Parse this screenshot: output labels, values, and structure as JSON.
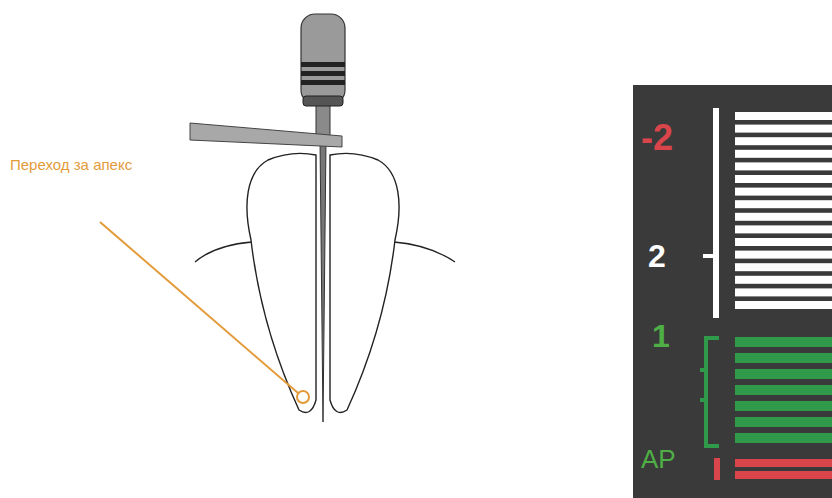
{
  "diagram": {
    "labels": [
      "Переход за апекс",
      "-2",
      "2",
      "1",
      "AP"
    ]
  }
}
